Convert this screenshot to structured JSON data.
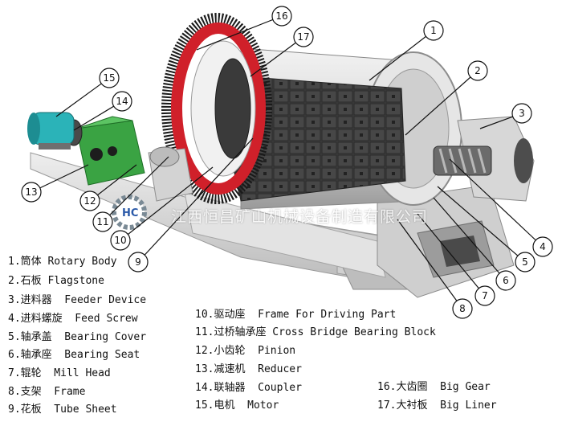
{
  "watermark": {
    "company": "江西恒昌矿山机械设备制造有限公司",
    "logo_letters": "HC"
  },
  "callouts": [
    "1",
    "2",
    "3",
    "4",
    "5",
    "6",
    "7",
    "8",
    "9",
    "10",
    "11",
    "12",
    "13",
    "14",
    "15",
    "16",
    "17"
  ],
  "legend": {
    "l1": "1.筒体 Rotary Body",
    "l2": "2.石板 Flagstone",
    "l3": "3.进料器  Feeder Device",
    "l4": "4.进料螺旋  Feed Screw",
    "l5": "5.轴承盖  Bearing Cover",
    "l6": "6.轴承座  Bearing Seat",
    "l7": "7.辊轮  Mill Head",
    "l8": "8.支架  Frame",
    "l9": "9.花板  Tube Sheet",
    "l10": "10.驱动座  Frame For Driving Part",
    "l11": "11.过桥轴承座 Cross Bridge Bearing Block",
    "l12": "12.小齿轮  Pinion",
    "l13": "13.减速机  Reducer",
    "l14": "14.联轴器  Coupler",
    "l15": "15.电机  Motor",
    "l16": "16.大齿圈  Big Gear",
    "l17": "17.大衬板  Big Liner"
  },
  "colors": {
    "gear_red": "#d0202a",
    "motor_teal": "#2bb3b8",
    "reducer_green": "#3aa343",
    "frame_grey": "#d8d8d8"
  }
}
